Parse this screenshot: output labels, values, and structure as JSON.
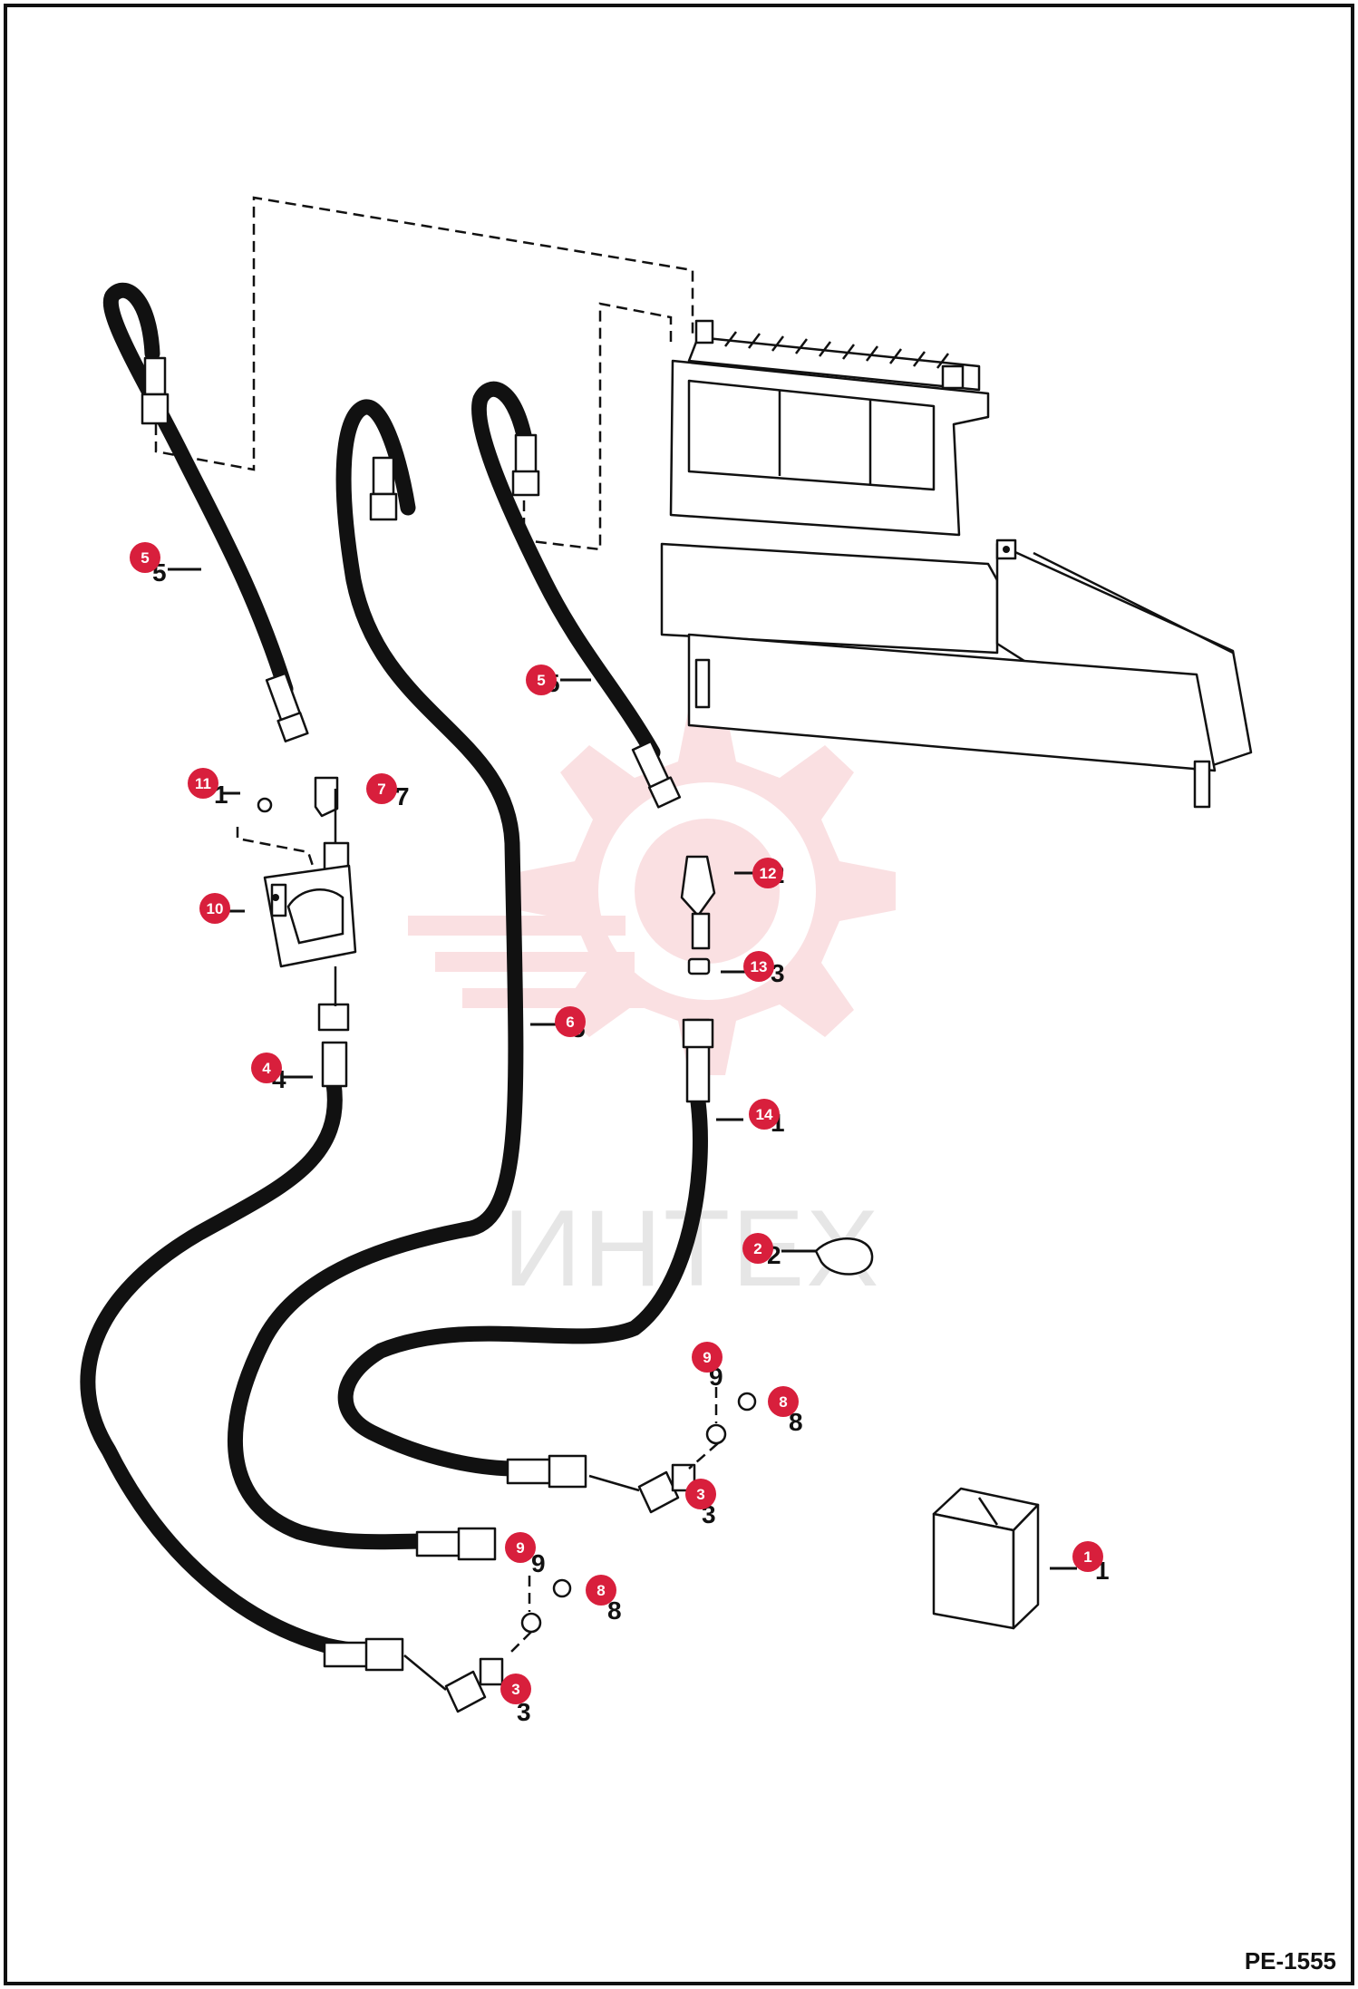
{
  "drawing_code": "PE-1555",
  "watermark_text": "ИНТЕХ",
  "colors": {
    "callout": "#d81f3c",
    "line": "#111111",
    "watermark": "#f6d4d6"
  },
  "callouts": [
    {
      "id": "c5a",
      "label": "5"
    },
    {
      "id": "c5b",
      "label": "5"
    },
    {
      "id": "c11",
      "label": "11"
    },
    {
      "id": "c7",
      "label": "7"
    },
    {
      "id": "c10",
      "label": "10"
    },
    {
      "id": "c12",
      "label": "12"
    },
    {
      "id": "c13",
      "label": "13"
    },
    {
      "id": "c6",
      "label": "6"
    },
    {
      "id": "c4",
      "label": "4"
    },
    {
      "id": "c14",
      "label": "14"
    },
    {
      "id": "c2",
      "label": "2"
    },
    {
      "id": "c9a",
      "label": "9"
    },
    {
      "id": "c8a",
      "label": "8"
    },
    {
      "id": "c3a",
      "label": "3"
    },
    {
      "id": "c9b",
      "label": "9"
    },
    {
      "id": "c8b",
      "label": "8"
    },
    {
      "id": "c3b",
      "label": "3"
    },
    {
      "id": "c1",
      "label": "1"
    }
  ]
}
